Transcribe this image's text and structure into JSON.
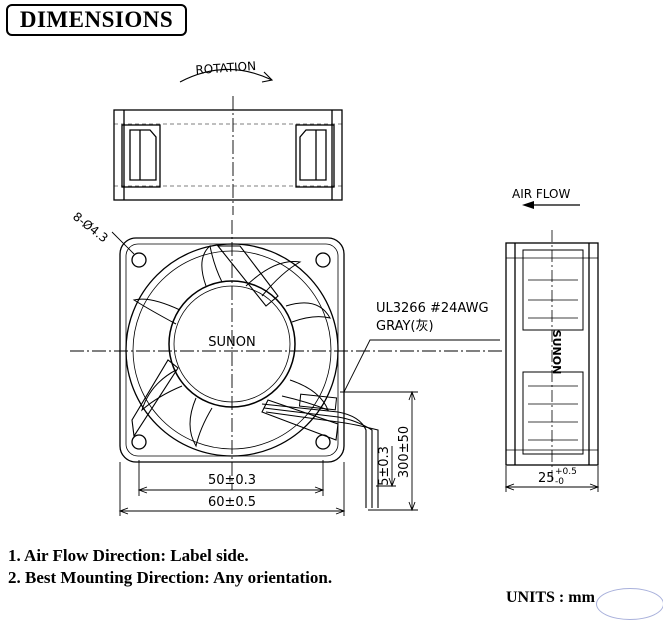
{
  "title": "DIMENSIONS",
  "labels": {
    "rotation": "ROTATION",
    "air_flow": "AIR FLOW",
    "hole_spec": "8-Ø4.3",
    "brand": "SUNON",
    "wire_spec": "UL3266  #24AWG",
    "wire_color": "GRAY(灰)",
    "dim_50": "50±0.3",
    "dim_60": "60±0.5",
    "dim_5": "5±0.3",
    "dim_300": "300±50",
    "dim_25": "25",
    "dim_25_tol_upper": "+0.5",
    "dim_25_tol_lower": "-0"
  },
  "notes": [
    "1. Air Flow Direction: Label side.",
    "2. Best Mounting Direction: Any orientation."
  ],
  "units_label": "UNITS",
  "units_value": ": mm",
  "colors": {
    "line": "#000000",
    "stamp": "#7a86c8"
  }
}
